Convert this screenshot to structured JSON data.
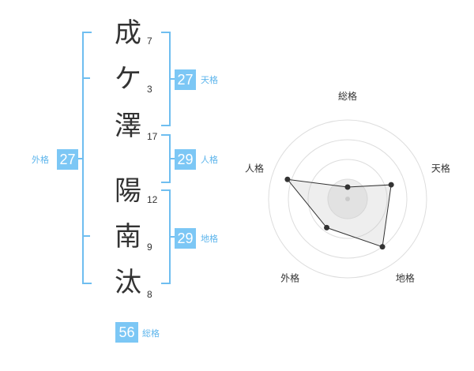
{
  "name": {
    "characters": [
      {
        "char": "成",
        "strokes": "7"
      },
      {
        "char": "ケ",
        "strokes": "3"
      },
      {
        "char": "澤",
        "strokes": "17"
      },
      {
        "char": "陽",
        "strokes": "12"
      },
      {
        "char": "南",
        "strokes": "9"
      },
      {
        "char": "汰",
        "strokes": "8"
      }
    ]
  },
  "kakusu": {
    "tenkaku": {
      "value": "27",
      "label": "天格"
    },
    "jinkaku": {
      "value": "29",
      "label": "人格"
    },
    "chikaku": {
      "value": "29",
      "label": "地格"
    },
    "gaikaku": {
      "value": "27",
      "label": "外格"
    },
    "soukaku": {
      "value": "56",
      "label": "総格"
    }
  },
  "colors": {
    "accent": "#7cc7f5",
    "bracket": "#6fbef0",
    "text": "#333333"
  },
  "chart_data": {
    "type": "radar",
    "axes": [
      "総格",
      "天格",
      "地格",
      "外格",
      "人格"
    ],
    "values": [
      0.15,
      0.58,
      0.75,
      0.45,
      0.8
    ],
    "rings": 4,
    "range": [
      0,
      1
    ]
  }
}
